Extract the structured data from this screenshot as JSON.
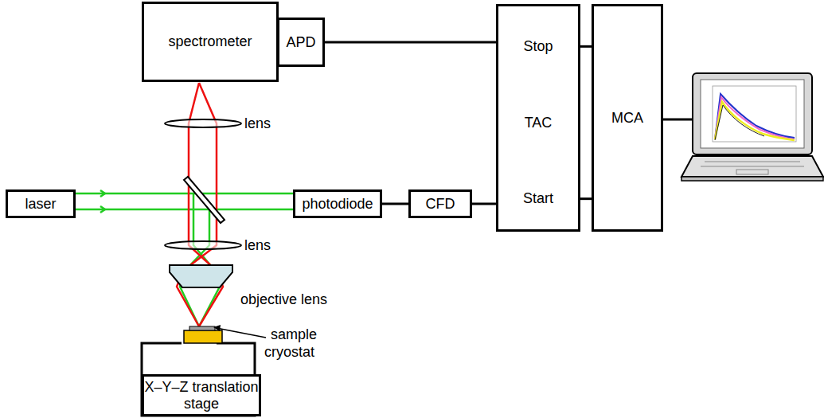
{
  "diagram": {
    "nodes": [
      {
        "text": [
          "spectrometer"
        ]
      },
      {
        "text": [
          "APD"
        ]
      },
      {
        "text": [
          "laser"
        ]
      },
      {
        "text": [
          "photodiode"
        ]
      },
      {
        "text": [
          "CFD"
        ]
      },
      {
        "text": [
          "Stop",
          "TAC",
          "Start"
        ]
      },
      {
        "text": [
          "MCA"
        ]
      },
      {
        "text": [
          "X–Y–Z translation stage"
        ]
      }
    ],
    "edges": [
      {
        "from": 1,
        "to": 5,
        "arrow": "none"
      },
      {
        "from": 3,
        "to": 4,
        "arrow": "none"
      },
      {
        "from": 4,
        "to": 5,
        "arrow": "none"
      },
      {
        "from": 5,
        "to": 6,
        "arrow": "none"
      },
      {
        "from": 5,
        "to": 6,
        "arrow": "none"
      }
    ],
    "labels": [
      "lens",
      "lens",
      "objective lens",
      "sample",
      "cryostat"
    ]
  }
}
